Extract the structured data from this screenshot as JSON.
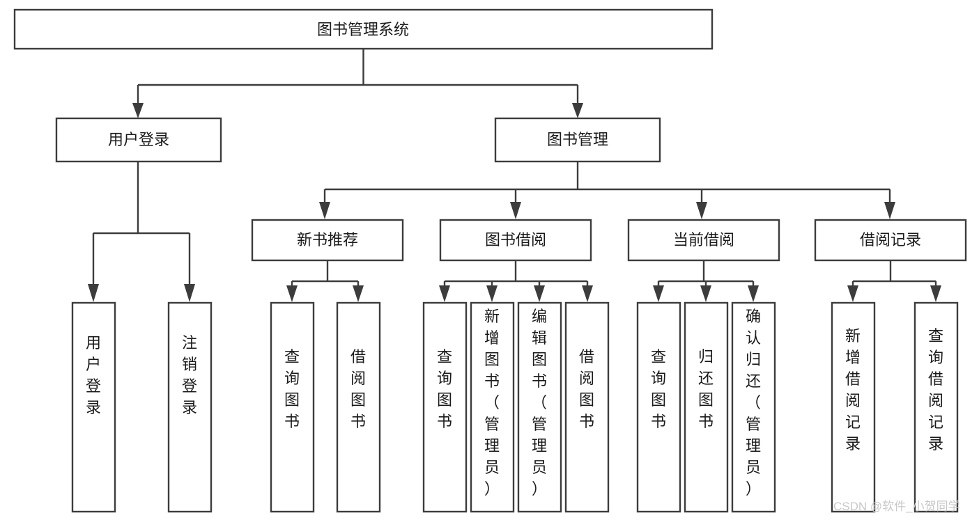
{
  "diagram": {
    "title": "图书管理系统",
    "type": "hierarchy-tree",
    "orientation": "top-down",
    "levels": 4,
    "root": {
      "id": "root",
      "label": "图书管理系统",
      "orientation": "horizontal"
    },
    "level2": [
      {
        "id": "user-login",
        "label": "用户登录",
        "orientation": "horizontal"
      },
      {
        "id": "book-manage",
        "label": "图书管理",
        "orientation": "horizontal"
      }
    ],
    "level3": [
      {
        "id": "new-book-rec",
        "label": "新书推荐",
        "parent": "book-manage",
        "orientation": "horizontal"
      },
      {
        "id": "book-borrow",
        "label": "图书借阅",
        "parent": "book-manage",
        "orientation": "horizontal"
      },
      {
        "id": "current-borrow",
        "label": "当前借阅",
        "parent": "book-manage",
        "orientation": "horizontal"
      },
      {
        "id": "borrow-record",
        "label": "借阅记录",
        "parent": "book-manage",
        "orientation": "horizontal"
      }
    ],
    "leaves": [
      {
        "id": "leaf-user-login",
        "label": "用户登录",
        "parent": "user-login",
        "orientation": "vertical"
      },
      {
        "id": "leaf-user-logout",
        "label": "注销登录",
        "parent": "user-login",
        "orientation": "vertical"
      },
      {
        "id": "leaf-query-book-1",
        "label": "查询图书",
        "parent": "new-book-rec",
        "orientation": "vertical"
      },
      {
        "id": "leaf-borrow-book-1",
        "label": "借阅图书",
        "parent": "new-book-rec",
        "orientation": "vertical"
      },
      {
        "id": "leaf-query-book-2",
        "label": "查询图书",
        "parent": "book-borrow",
        "orientation": "vertical"
      },
      {
        "id": "leaf-add-book",
        "label": "新增图书（管理员）",
        "parent": "book-borrow",
        "orientation": "vertical"
      },
      {
        "id": "leaf-edit-book",
        "label": "编辑图书（管理员）",
        "parent": "book-borrow",
        "orientation": "vertical"
      },
      {
        "id": "leaf-borrow-book-2",
        "label": "借阅图书",
        "parent": "book-borrow",
        "orientation": "vertical"
      },
      {
        "id": "leaf-query-book-3",
        "label": "查询图书",
        "parent": "current-borrow",
        "orientation": "vertical"
      },
      {
        "id": "leaf-return-book",
        "label": "归还图书",
        "parent": "current-borrow",
        "orientation": "vertical"
      },
      {
        "id": "leaf-confirm-return",
        "label": "确认归还（管理员）",
        "parent": "current-borrow",
        "orientation": "vertical"
      },
      {
        "id": "leaf-add-record",
        "label": "新增借阅记录",
        "parent": "borrow-record",
        "orientation": "vertical"
      },
      {
        "id": "leaf-query-record",
        "label": "查询借阅记录",
        "parent": "borrow-record",
        "orientation": "vertical"
      }
    ]
  },
  "watermark": {
    "text": "CSDN @软件_小贺同学"
  },
  "colors": {
    "background": "#ffffff",
    "box_fill": "#ffffff",
    "box_stroke": "#3c3c3c",
    "text": "#1a1a1a",
    "watermark": "#c8c8c8"
  }
}
